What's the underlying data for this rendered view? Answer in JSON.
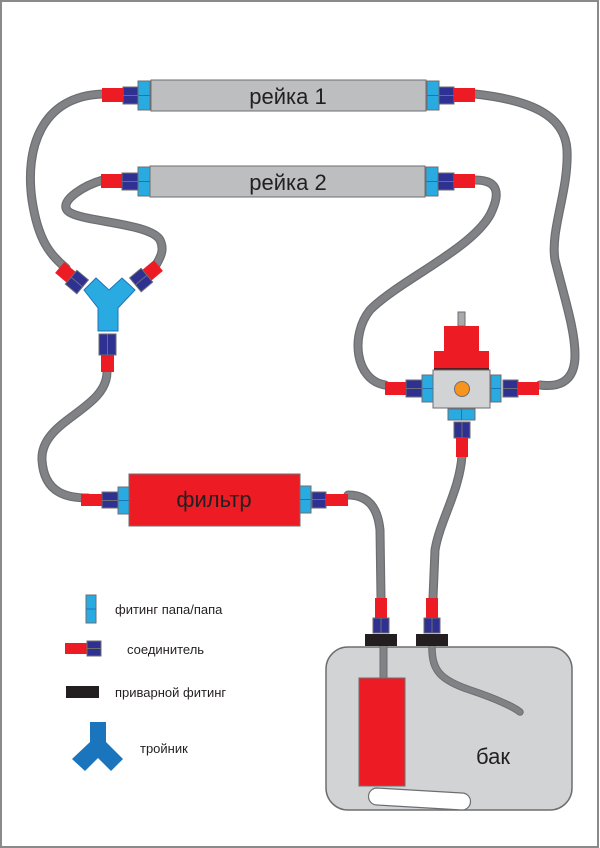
{
  "colors": {
    "hose": "#808285",
    "rail": "#bcbec0",
    "filter": "#ed1c24",
    "fitting_male": "#29abe2",
    "connector_red": "#ed1c24",
    "connector_blue": "#2e3192",
    "welded_fitting": "#231f20",
    "tee": "#1b9ad6",
    "tank": "#d1d3d4",
    "regulator_knob": "#f7941d"
  },
  "components": {
    "rail1": {
      "label": "рейка 1"
    },
    "rail2": {
      "label": "рейка 2"
    },
    "filter": {
      "label": "фильтр"
    },
    "tank": {
      "label": "бак"
    },
    "regulator": {
      "label": ""
    },
    "tee": {
      "label": ""
    }
  },
  "legend": {
    "items": [
      {
        "icon": "male-male-fitting-icon",
        "label": "фитинг папа/папа"
      },
      {
        "icon": "connector-icon",
        "label": "соединитель"
      },
      {
        "icon": "welded-fitting-icon",
        "label": "приварной фитинг"
      },
      {
        "icon": "tee-icon",
        "label": "тройник"
      }
    ]
  }
}
